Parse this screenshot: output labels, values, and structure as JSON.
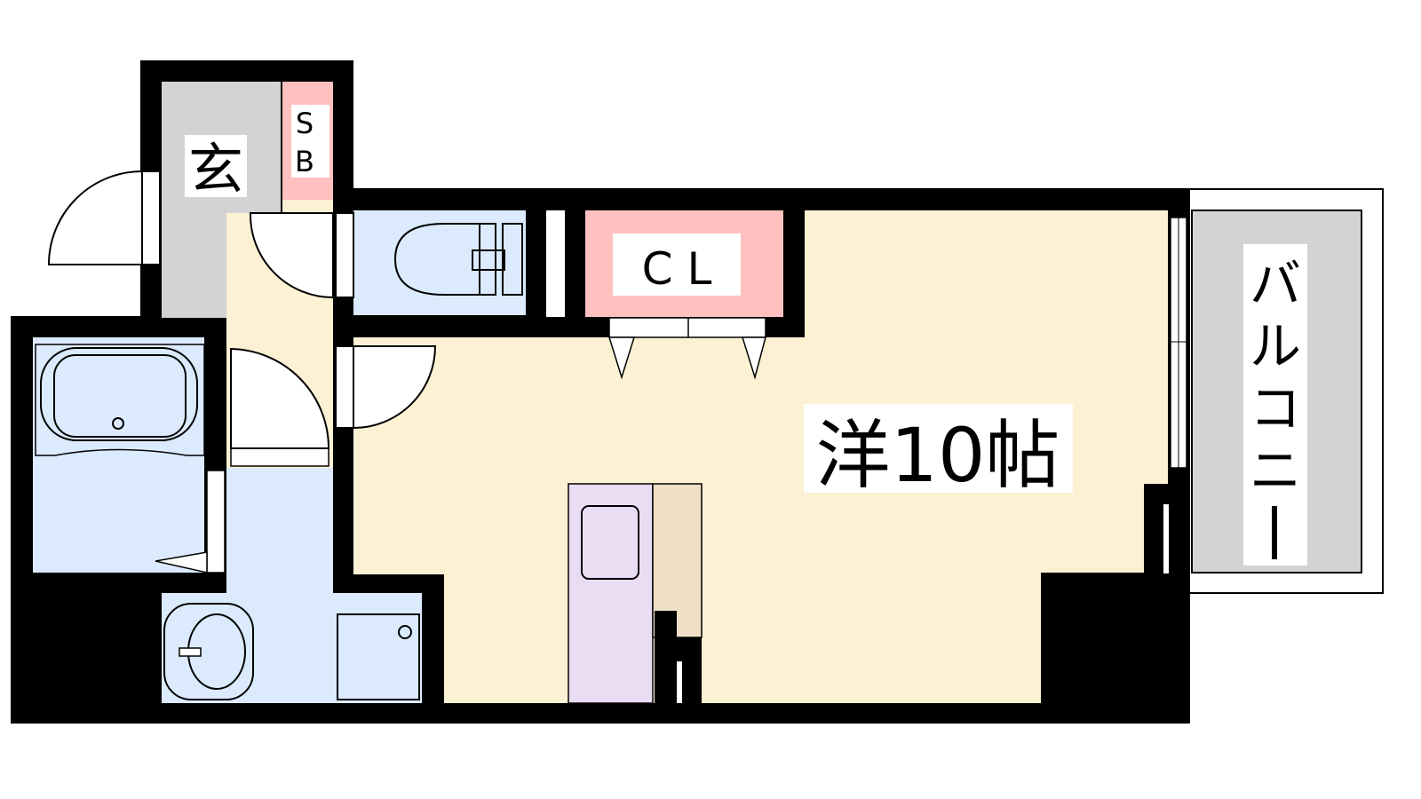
{
  "floor_plan": {
    "rooms": {
      "entrance": {
        "label": "玄"
      },
      "shoe_box": {
        "label_line1": "S",
        "label_line2": "B"
      },
      "closet": {
        "label": "C L"
      },
      "western_room": {
        "label": "洋10帖"
      },
      "balcony": {
        "label_chars": [
          "バ",
          "ル",
          "コ",
          "ニ",
          "ー"
        ]
      }
    },
    "colors": {
      "wall": "#000000",
      "entrance": "#d3d3d3",
      "storage": "#ffc0c0",
      "living": "#fdf1d4",
      "wet_area": "#dbeafd",
      "kitchen": "#e9dcf3",
      "counter": "#efdfc6",
      "balcony": "#d3d3d3"
    }
  }
}
